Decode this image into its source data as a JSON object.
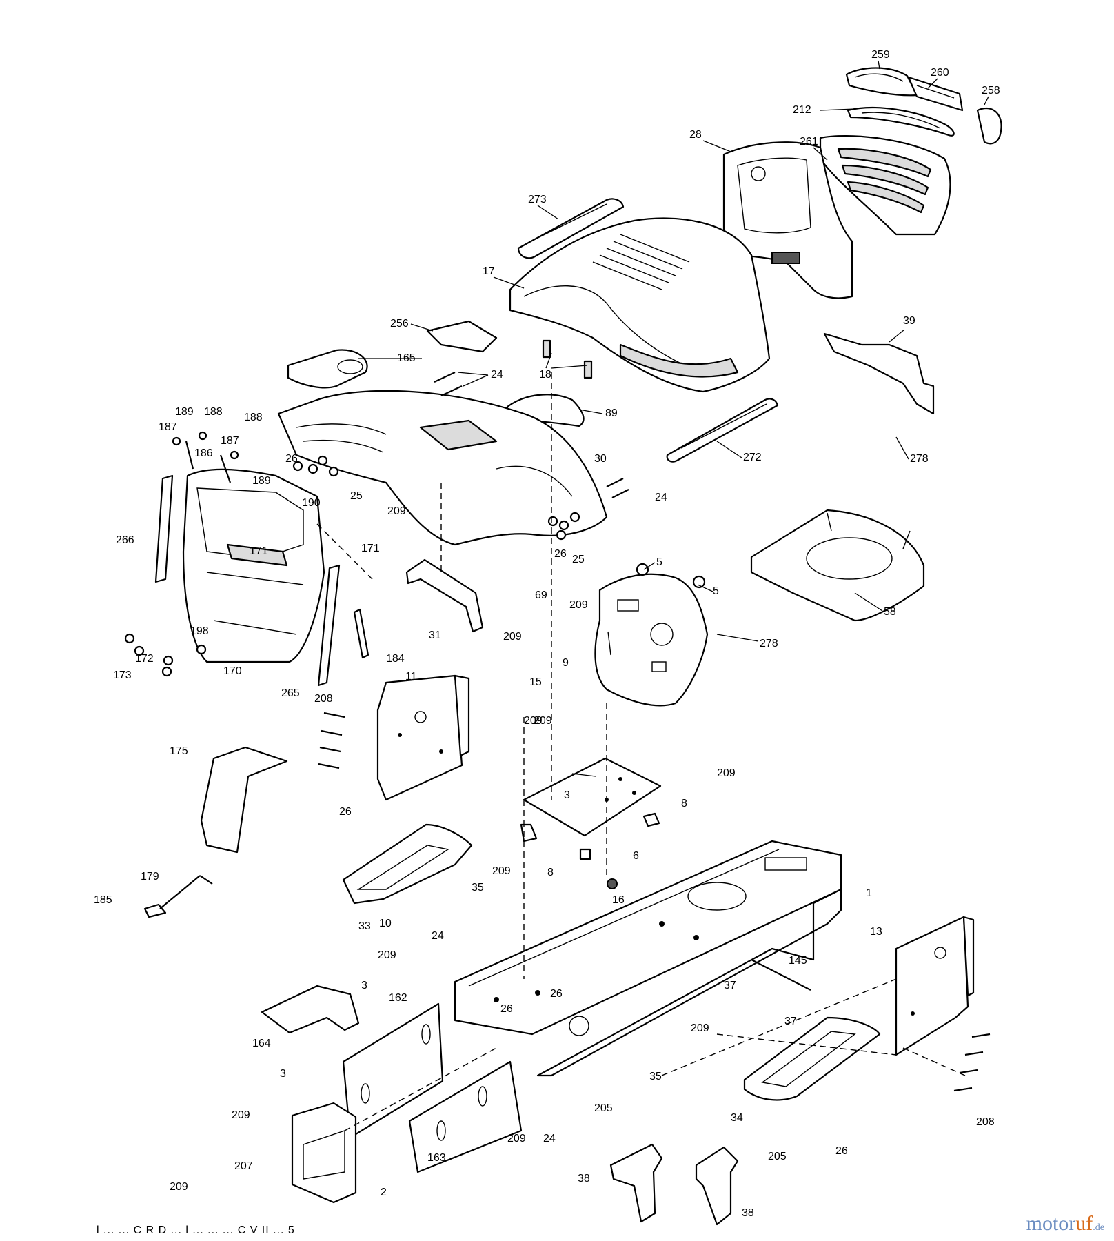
{
  "diagram": {
    "callouts": [
      "259",
      "260",
      "258",
      "212",
      "28",
      "261",
      "273",
      "17",
      "256",
      "18",
      "165",
      "24",
      "89",
      "272",
      "39",
      "278",
      "189",
      "188",
      "187",
      "188",
      "187",
      "186",
      "189",
      "26",
      "25",
      "190",
      "266",
      "171",
      "171",
      "30",
      "24",
      "209",
      "26",
      "25",
      "5",
      "5",
      "209",
      "9",
      "278",
      "58",
      "69",
      "31",
      "209",
      "198",
      "172",
      "173",
      "170",
      "265",
      "184",
      "11",
      "15",
      "209",
      "208",
      "175",
      "209",
      "3",
      "209",
      "8",
      "26",
      "6",
      "8",
      "209",
      "35",
      "179",
      "185",
      "33",
      "10",
      "16",
      "1",
      "13",
      "24",
      "209",
      "162",
      "3",
      "26",
      "26",
      "145",
      "37",
      "37",
      "209",
      "164",
      "3",
      "35",
      "34",
      "209",
      "207",
      "209",
      "163",
      "209",
      "24",
      "205",
      "205",
      "38",
      "38",
      "26",
      "2",
      "208"
    ]
  },
  "footer": {
    "text": "l ... ... C R D ... l ... ... ... C V II ... 5"
  },
  "logo": {
    "brand_main": "motor",
    "brand_accent": "uf",
    "tld": ".de"
  }
}
